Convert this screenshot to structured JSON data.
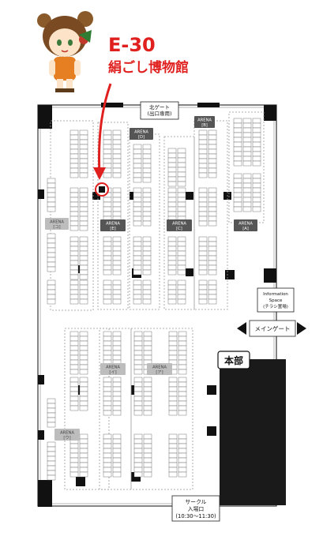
{
  "booth": {
    "code": "E-30",
    "name": "絹ごし博物館",
    "color": "#e0201e"
  },
  "gates": {
    "north": [
      "北ゲート",
      "(出口専用)"
    ],
    "main": "メインゲート",
    "circle_entrance": [
      "サークル",
      "入場口",
      "(10:30〜11:30)"
    ]
  },
  "honbu": "本部",
  "info_space": [
    "Information",
    "Space",
    "(チラシ置場)"
  ],
  "arenas": [
    {
      "label": "ARENA",
      "sub": "[B]",
      "dark": true
    },
    {
      "label": "ARENA",
      "sub": "[D]",
      "dark": true
    },
    {
      "label": "ARENA",
      "sub": "[E]",
      "dark": true
    },
    {
      "label": "ARENA",
      "sub": "[C]",
      "dark": true
    },
    {
      "label": "ARENA",
      "sub": "[A]",
      "dark": true
    },
    {
      "label": "ARENA",
      "sub": "[コ]",
      "dark": false
    },
    {
      "label": "ARENA",
      "sub": "[イ]",
      "dark": false
    },
    {
      "label": "ARENA",
      "sub": "[ア]",
      "dark": false
    },
    {
      "label": "ARENA",
      "sub": "[ウ]",
      "dark": false
    }
  ],
  "icons": [
    "mascot-icon",
    "red-arrow-icon",
    "circle-marker-icon",
    "double-arrow-icon"
  ]
}
